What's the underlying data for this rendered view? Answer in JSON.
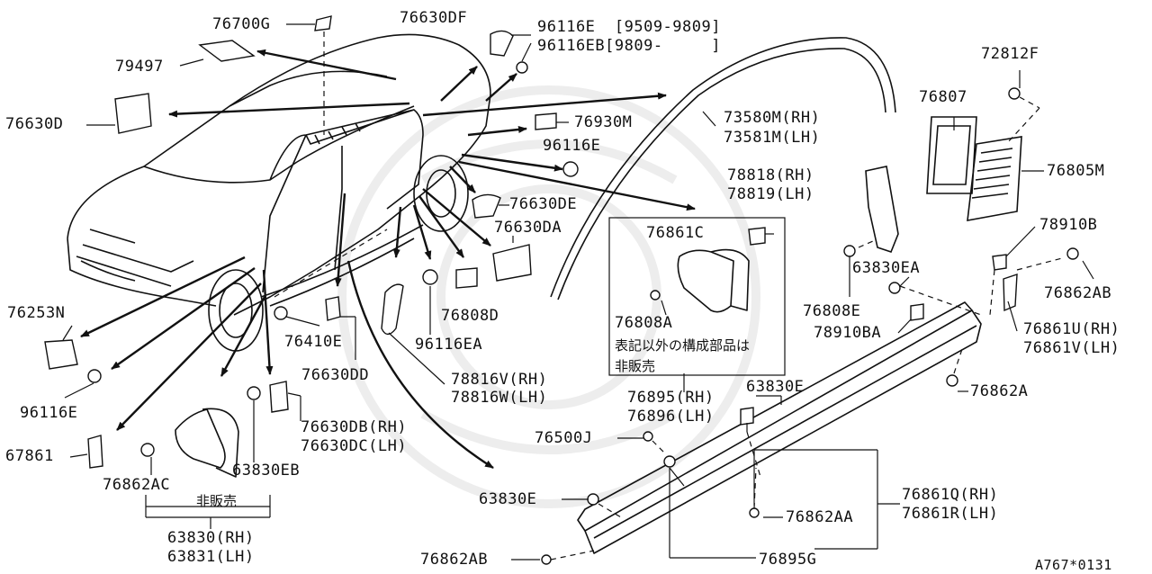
{
  "labels": {
    "p76700G": "76700G",
    "p79497": "79497",
    "p76630D": "76630D",
    "p76630DF": "76630DF",
    "p96116E_a": "96116E  [9509-9809]",
    "p96116EB": "96116EB[9809-     ]",
    "p73580M": "73580M(RH)",
    "p73581M": "73581M(LH)",
    "p72812F": "72812F",
    "p76807": "76807",
    "p76805M": "76805M",
    "p76930M": "76930M",
    "p96116E_b": "96116E",
    "p78818": "78818(RH)",
    "p78819": "78819(LH)",
    "p76630DE": "76630DE",
    "p76630DA": "76630DA",
    "p76861C": "76861C",
    "p78910B": "78910B",
    "p63830EA": "63830EA",
    "p76862AB_a": "76862AB",
    "p76253N": "76253N",
    "p76808E": "76808E",
    "p76861U": "76861U(RH)",
    "p76861V": "76861V(LH)",
    "p78910BA": "78910BA",
    "p76808D": "76808D",
    "p76808A": "76808A",
    "p_note1": "表記以外の構成部品は",
    "p_note2": "非販売",
    "p76410E": "76410E",
    "p96116EA": "96116EA",
    "p96116E_c": "96116E",
    "p76630DD": "76630DD",
    "p78816V": "78816V(RH)",
    "p78816W": "78816W(LH)",
    "p76862A": "76862A",
    "p76895": "76895(RH)",
    "p76896": "76896(LH)",
    "p63830E_a": "63830E",
    "p67861": "67861",
    "p76630DB": "76630DB(RH)",
    "p76630DC": "76630DC(LH)",
    "p76500J": "76500J",
    "p76862AC": "76862AC",
    "p63830EB": "63830EB",
    "p_hibaibai": "非販売",
    "p63830E_b": "63830E",
    "p76861Q": "76861Q(RH)",
    "p76861R": "76861R(LH)",
    "p76862AA": "76862AA",
    "p63830": "63830(RH)",
    "p63831": "63831(LH)",
    "p76862AB_b": "76862AB",
    "p76895G": "76895G",
    "p_code": "A767*0131"
  }
}
